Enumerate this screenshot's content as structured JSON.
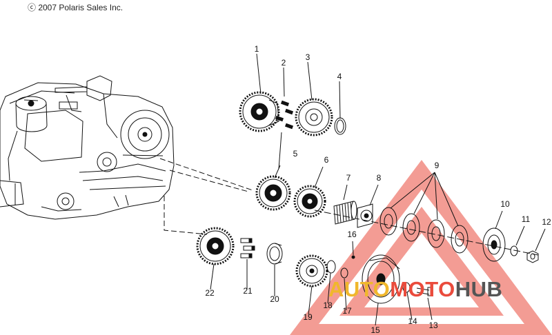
{
  "copyright": "ⓒ 2007 Polaris Sales Inc.",
  "callouts": [
    "1",
    "2",
    "3",
    "4",
    "5",
    "6",
    "7",
    "8",
    "9",
    "10",
    "11",
    "12",
    "13",
    "14",
    "15",
    "16",
    "17",
    "18",
    "19",
    "20",
    "21",
    "22"
  ],
  "watermark": {
    "part1": "AUTO",
    "part2": "MOTO",
    "part3": "HUB"
  },
  "colors": {
    "line": "#111111",
    "watermark_red": "#ea4b3c",
    "watermark_yellow": "#f0b72c",
    "watermark_gray": "#555555"
  }
}
